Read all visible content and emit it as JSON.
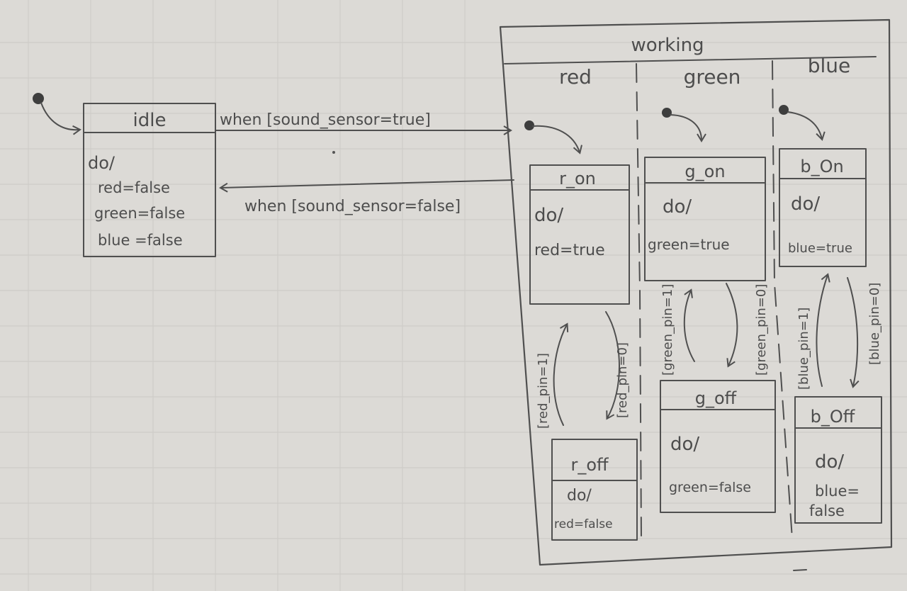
{
  "idle": {
    "title": "idle",
    "do": "do/",
    "lines": [
      "red=false",
      "green=false",
      "blue =false"
    ]
  },
  "transitions": {
    "to_working": "when [sound_sensor=true]",
    "to_idle": "when [sound_sensor=false]"
  },
  "working": {
    "title": "working",
    "regions": [
      "red",
      "green",
      "blue"
    ]
  },
  "states": {
    "r_on": {
      "title": "r_on",
      "do": "do/",
      "action": "red=true"
    },
    "g_on": {
      "title": "g_on",
      "do": "do/",
      "action": "green=true"
    },
    "b_on": {
      "title": "b_On",
      "do": "do/",
      "action": "blue=true"
    },
    "r_off": {
      "title": "r_off",
      "do": "do/",
      "action": "red=false"
    },
    "g_off": {
      "title": "g_off",
      "do": "do/",
      "action": "green=false"
    },
    "b_off": {
      "title": "b_Off",
      "do": "do/",
      "action": "blue=",
      "action2": "false"
    }
  },
  "guards": {
    "red_up": "[red_pin=1]",
    "red_down": "[red_pin=0]",
    "green_up": "[green_pin=1]",
    "green_down": "[green_pin=0]",
    "blue_up": "[blue_pin=1]",
    "blue_down": "[blue_pin=0]"
  },
  "colors": {
    "paper": "#dcdad6",
    "pencil": "#4f4f4f",
    "grid": "#c9c7c3"
  }
}
